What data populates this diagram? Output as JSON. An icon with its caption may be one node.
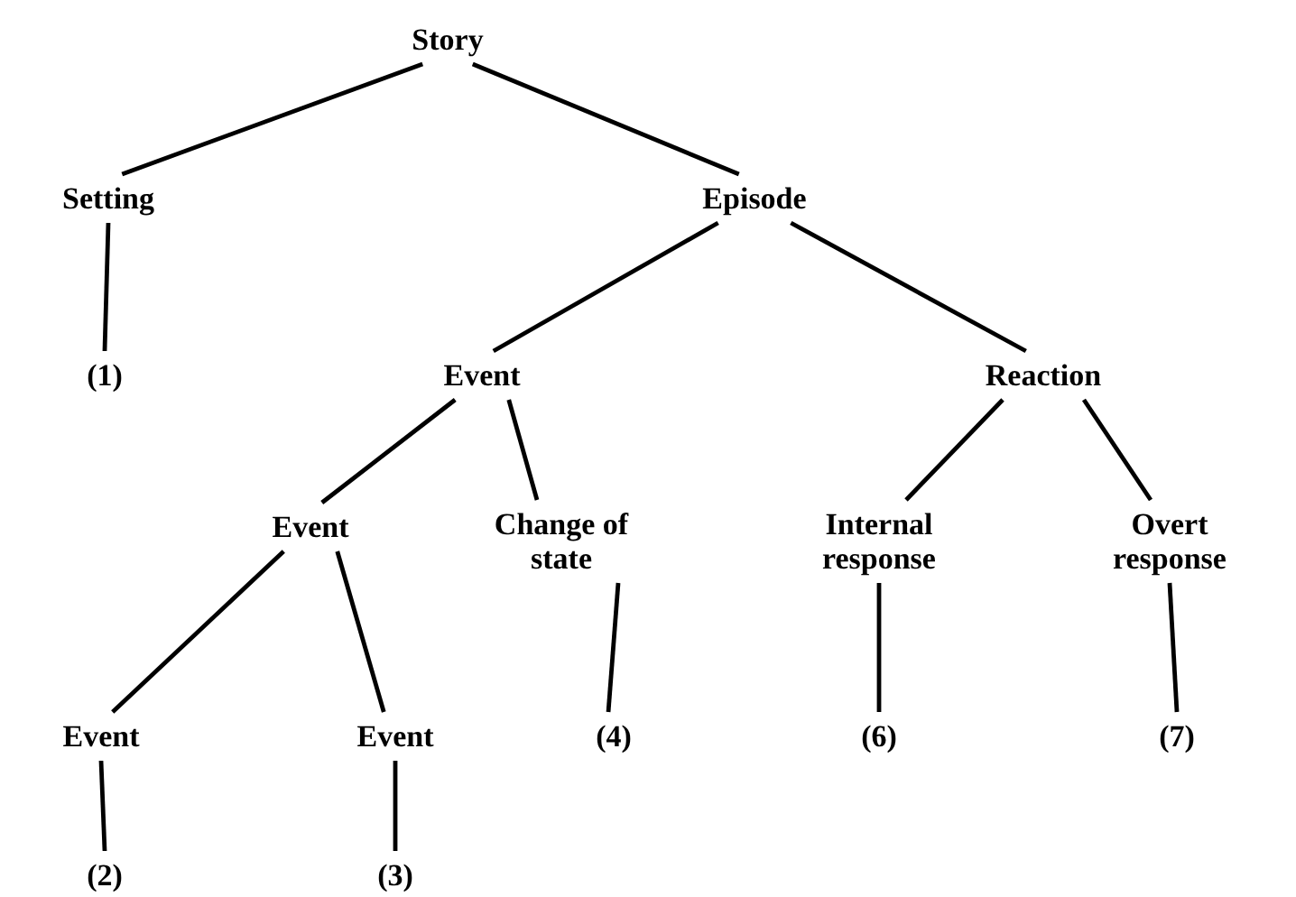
{
  "diagram": {
    "nodes": [
      {
        "text": [
          "Story"
        ]
      },
      {
        "text": [
          "Setting"
        ]
      },
      {
        "text": [
          "Episode"
        ]
      },
      {
        "text": [
          "(1)"
        ]
      },
      {
        "text": [
          "Event"
        ]
      },
      {
        "text": [
          "Reaction"
        ]
      },
      {
        "text": [
          "Event"
        ]
      },
      {
        "text": [
          "Change of state"
        ]
      },
      {
        "text": [
          "Internal response"
        ]
      },
      {
        "text": [
          "Overt response"
        ]
      },
      {
        "text": [
          "Event"
        ]
      },
      {
        "text": [
          "Event"
        ]
      },
      {
        "text": [
          "(4)"
        ]
      },
      {
        "text": [
          "(6)"
        ]
      },
      {
        "text": [
          "(7)"
        ]
      },
      {
        "text": [
          "(2)"
        ]
      },
      {
        "text": [
          "(3)"
        ]
      }
    ],
    "edges": [
      {
        "from": 0,
        "to": 1,
        "arrow": "none"
      },
      {
        "from": 0,
        "to": 2,
        "arrow": "none"
      },
      {
        "from": 1,
        "to": 3,
        "arrow": "none"
      },
      {
        "from": 2,
        "to": 4,
        "arrow": "none"
      },
      {
        "from": 2,
        "to": 5,
        "arrow": "none"
      },
      {
        "from": 4,
        "to": 6,
        "arrow": "none"
      },
      {
        "from": 4,
        "to": 7,
        "arrow": "none"
      },
      {
        "from": 5,
        "to": 8,
        "arrow": "none"
      },
      {
        "from": 5,
        "to": 9,
        "arrow": "none"
      },
      {
        "from": 6,
        "to": 10,
        "arrow": "none"
      },
      {
        "from": 6,
        "to": 11,
        "arrow": "none"
      },
      {
        "from": 7,
        "to": 12,
        "arrow": "none"
      },
      {
        "from": 8,
        "to": 13,
        "arrow": "none"
      },
      {
        "from": 9,
        "to": 14,
        "arrow": "none"
      },
      {
        "from": 10,
        "to": 15,
        "arrow": "none"
      },
      {
        "from": 11,
        "to": 16,
        "arrow": "none"
      }
    ]
  }
}
